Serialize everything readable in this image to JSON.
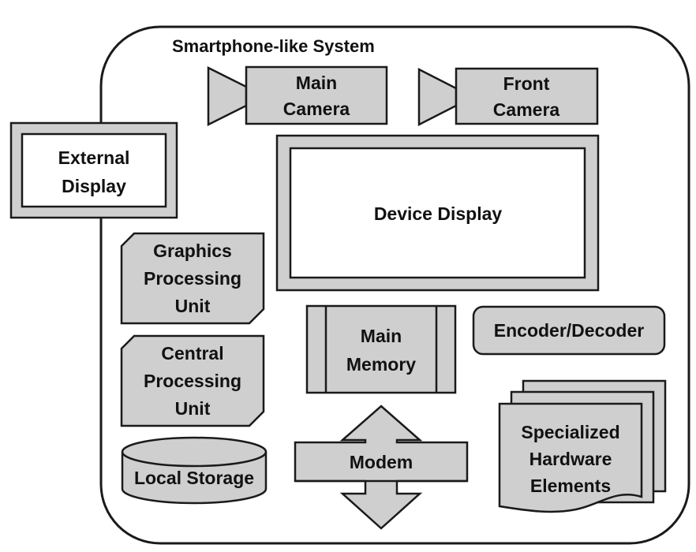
{
  "diagram": {
    "title": "Smartphone-like System",
    "colors": {
      "fill": "#cfcfcf",
      "stroke": "#1a1a1a",
      "background": "#ffffff"
    },
    "components": {
      "main_camera": [
        "Main",
        "Camera"
      ],
      "front_camera": [
        "Front",
        "Camera"
      ],
      "external_display": [
        "External",
        "Display"
      ],
      "device_display": "Device Display",
      "gpu": [
        "Graphics",
        "Processing",
        "Unit"
      ],
      "cpu": [
        "Central",
        "Processing",
        "Unit"
      ],
      "main_memory": [
        "Main",
        "Memory"
      ],
      "encoder_decoder": "Encoder/Decoder",
      "local_storage": "Local Storage",
      "modem": "Modem",
      "specialized_hardware": [
        "Specialized",
        "Hardware",
        "Elements"
      ]
    }
  }
}
